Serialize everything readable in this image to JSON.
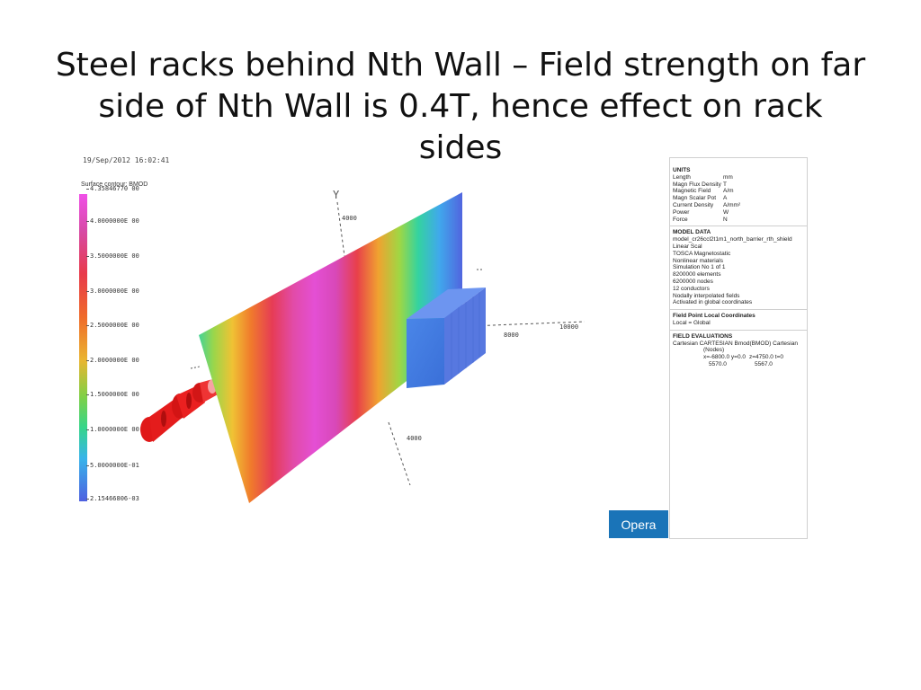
{
  "slide": {
    "title_line1": "Steel racks behind Nth Wall – Field strength on far",
    "title_line2": "side of Nth Wall is 0.4T, hence effect on rack sides"
  },
  "plot": {
    "timestamp": "19/Sep/2012 16:02:41",
    "contour_label": "Surface contour: BMOD",
    "colorbar_ticks": [
      "4.35846770 00",
      "4.0000000E 00",
      "3.5000000E 00",
      "3.0000000E 00",
      "2.5000000E 00",
      "2.0000000E 00",
      "1.5000000E 00",
      "1.0000000E 00",
      "5.0000000E-01",
      "2.15466806-03"
    ],
    "axis_y": "Y",
    "axis_label_top": "4000",
    "axis_label_right1": "8000",
    "axis_label_right2": "10000",
    "axis_label_bottom": "4000"
  },
  "info": {
    "units_title": "UNITS",
    "units": [
      {
        "k": "Length",
        "v": "mm"
      },
      {
        "k": "Magn Flux Density",
        "v": "T"
      },
      {
        "k": "Magnetic Field",
        "v": "A/m"
      },
      {
        "k": "Magn Scalar Pot",
        "v": "A"
      },
      {
        "k": "Current Density",
        "v": "A/mm²"
      },
      {
        "k": "Power",
        "v": "W"
      },
      {
        "k": "Force",
        "v": "N"
      }
    ],
    "model_title": "MODEL DATA",
    "model_lines": [
      "model_cr26ccl2t1m1_north_barrier_rth_shield",
      "Linear Scal",
      "TOSCA Magnetostatic",
      "Nonlinear materials",
      "Simulation No 1 of 1",
      "8200000 elements",
      "6200000 nodes",
      "12 conductors",
      "Nodally interpolated fields",
      "Activated in global coordinates"
    ],
    "fieldpoint_title": "Field Point Local Coordinates",
    "fieldpoint_line": "Local = Global",
    "eval_title": "FIELD EVALUATIONS",
    "eval_line1": "Cartesian CARTESIAN Bmod(BMOD) Cartesian",
    "eval_line2": "(Nodes)",
    "eval_col1_a": "x=-6800.0 y=0.0",
    "eval_col1_b": "5570.0",
    "eval_col2_a": "z=4750.0 t=0",
    "eval_col2_b": "5567.0"
  },
  "badge": {
    "label": "Opera",
    "color": "#1a74b8"
  }
}
